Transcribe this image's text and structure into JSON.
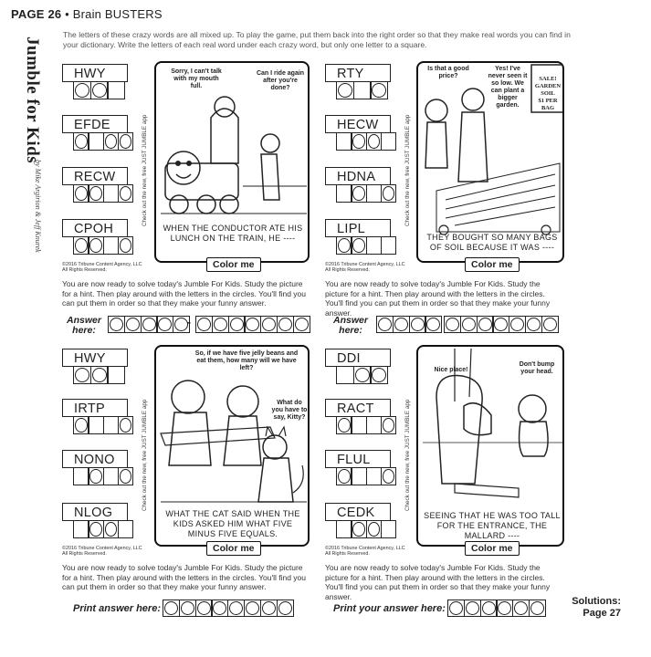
{
  "header": {
    "page": "PAGE 26",
    "bullet": "•",
    "section": "Brain BUSTERS"
  },
  "intro": "The letters of these crazy words are all mixed up. To play the game, put them back into the right order so that they make real words you can find in your dictionary. Write the letters of each real word under each crazy word, but only one letter to a square.",
  "side": {
    "title": "Jumble for Kids",
    "byline": "by Mike Argirion & Jeff Knurek"
  },
  "app_note": "Check out the new, free JUST JUMBLE app",
  "copyright": "©2016 Tribune Content Agency, LLC\nAll Rights Reserved.",
  "color_me": "Color me",
  "instructions": "You are now ready to solve today's Jumble For Kids. Study the picture for a hint. Then play around with the letters in the circles. You'll find you can put them in order so that they make your funny answer.",
  "answer_here": "Answer here:",
  "puzzles": [
    {
      "words": [
        "HWY",
        "EFDE",
        "RECW",
        "CPOH"
      ],
      "bubbles": [
        "Sorry, I can't talk with my mouth full.",
        "Can I ride again after you're done?"
      ],
      "riddle": "WHEN THE CONDUCTOR ATE HIS LUNCH ON THE TRAIN, HE ----"
    },
    {
      "words": [
        "RTY",
        "HECW",
        "HDNA",
        "LIPL"
      ],
      "bubbles": [
        "Is that a good price?",
        "Yes! I've never seen it so low. We can plant a bigger garden."
      ],
      "sign": [
        "SALE!",
        "GARDEN SOIL",
        "$1 PER BAG"
      ],
      "riddle": "THEY BOUGHT SO MANY BAGS OF SOIL BECAUSE IT WAS ----"
    },
    {
      "words": [
        "HWY",
        "IRTP",
        "NONO",
        "NLOG"
      ],
      "bubbles": [
        "So, if we have five jelly beans and eat them, how many will we have left?",
        "What do you have to say, Kitty?"
      ],
      "riddle": "WHAT THE CAT SAID WHEN THE KIDS ASKED HIM WHAT FIVE MINUS FIVE EQUALS."
    },
    {
      "words": [
        "DDI",
        "RACT",
        "FLUL",
        "CEDK"
      ],
      "bubbles": [
        "Nice place!",
        "Don't bump your head."
      ],
      "riddle": "SEEING THAT HE WAS TOO TALL FOR THE ENTRANCE, THE MALLARD ----"
    }
  ],
  "print_answer": "Print answer here:",
  "print_your_answer": "Print your answer here:",
  "solutions": "Solutions: Page 27",
  "answer_dash": "-"
}
